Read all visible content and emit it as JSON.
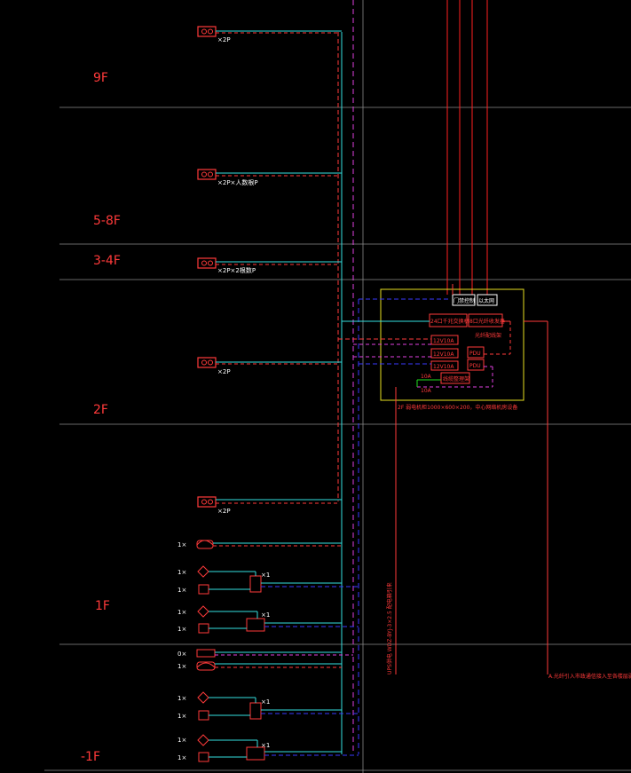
{
  "floors": [
    {
      "label": "9F"
    },
    {
      "label": "5-8F"
    },
    {
      "label": "3-4F"
    },
    {
      "label": "2F"
    },
    {
      "label": "1F"
    },
    {
      "label": "-1F"
    }
  ],
  "outlet_notes": [
    {
      "text": "×2P"
    },
    {
      "text": "×2P×人数根P"
    },
    {
      "text": "×2P×2根数P"
    },
    {
      "text": "×2P"
    },
    {
      "text": "×2P"
    }
  ],
  "device_counts": {
    "one": "1×",
    "zero": "0×",
    "x1": "×1"
  },
  "cabinet": {
    "top_left": "门禁控制",
    "top_right": "以太网",
    "switch24": "24口千兆交换机",
    "switch_right": "8口光纤收发器",
    "power_note": "光纤配线架",
    "ups1": "12V10A",
    "ups2": "12V10A",
    "ups3": "12V10A",
    "pdu1": "PDU",
    "pdu2": "PDU",
    "rack_item": "线缆整理架",
    "green_a": "10A",
    "green_b": "10A",
    "caption": "2F 弱电机柜1000×600×200，中心网络机房设备"
  },
  "vertical_notes": {
    "ups_note": "UPS供电 WDZ-BYJ-3×2.5 配电箱引来",
    "right_note": "A.光纤引入市政通信接入至各楼层弱电主机房"
  }
}
